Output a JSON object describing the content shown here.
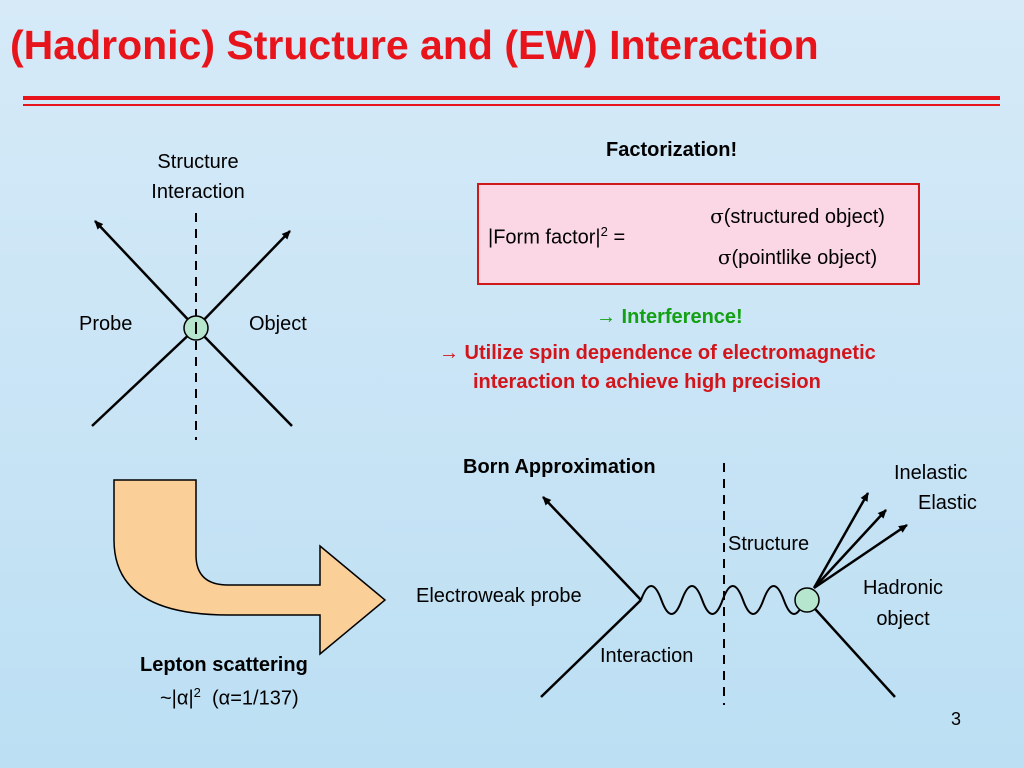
{
  "slide": {
    "title": "(Hadronic) Structure and (EW) Interaction",
    "page_number": "3"
  },
  "left_diagram": {
    "top_label_line1": "Structure",
    "top_label_line2": "Interaction",
    "probe_label": "Probe",
    "object_label": "Object"
  },
  "factorization": {
    "heading": "Factorization!",
    "lhs_text": "|Form factor|",
    "lhs_exp": "2",
    "lhs_eq": "=",
    "sigma": "σ",
    "numerator": "(structured object)",
    "denominator": "(pointlike object)",
    "interference": "→ Interference!",
    "utilize_line1": "→ Utilize spin dependence of electromagnetic",
    "utilize_line2": "interaction to achieve high precision"
  },
  "lepton": {
    "heading": "Lepton scattering",
    "formula_prefix": "~|α|",
    "formula_exp": "2",
    "alpha_value": "(α=1/137)"
  },
  "born_diagram": {
    "heading": "Born Approximation",
    "inelastic": "Inelastic",
    "elastic": "Elastic",
    "structure": "Structure",
    "electroweak_probe": "Electroweak probe",
    "hadronic_line1": "Hadronic",
    "hadronic_line2": "object",
    "interaction": "Interaction"
  },
  "colors": {
    "title_red": "#e8141b",
    "green": "#13a013",
    "arrow_fill": "#fbcf98",
    "node_fill": "#b7e6cf",
    "formula_bg": "#fbd6e4"
  }
}
